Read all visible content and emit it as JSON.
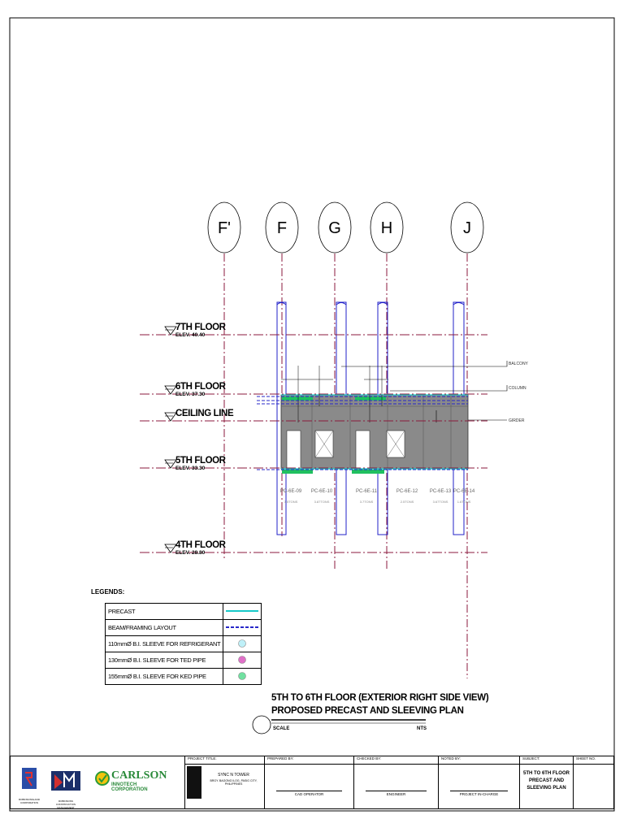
{
  "grid_lines": [
    {
      "label": "F'"
    },
    {
      "label": "F"
    },
    {
      "label": "G"
    },
    {
      "label": "H"
    },
    {
      "label": "J"
    }
  ],
  "floors": [
    {
      "name": "7TH FLOOR",
      "elev": "ELEV. 40.40"
    },
    {
      "name": "6TH FLOOR",
      "elev": "ELEV. 37.30"
    },
    {
      "name": "CEILING LINE",
      "elev": ""
    },
    {
      "name": "5TH FLOOR",
      "elev": "ELEV. 33.30"
    },
    {
      "name": "4TH FLOOR",
      "elev": "ELEV. 28.80"
    }
  ],
  "callouts": [
    "BALCONY",
    "COLUMN",
    "GIRDER"
  ],
  "panels": [
    {
      "id": "PC-6E-09",
      "weight": "3.5TONS"
    },
    {
      "id": "PC-6E-10",
      "weight": "3.87TONS"
    },
    {
      "id": "PC-6E-11",
      "weight": "3.7TONS"
    },
    {
      "id": "PC-6E-12",
      "weight": "2.5TONS"
    },
    {
      "id": "PC-6E-13",
      "weight": "3.67TONS"
    },
    {
      "id": "PC-6E-14",
      "weight": "1.6TONS"
    }
  ],
  "legends": {
    "label": "LEGENDS:",
    "items": [
      {
        "text": "PRECAST",
        "symbol": "line",
        "color": "#17c9c9"
      },
      {
        "text": "BEAM/FRAMING LAYOUT",
        "symbol": "dashed",
        "color": "#2727c8"
      },
      {
        "text": "110mmØ B.I. SLEEVE FOR REFRIGERANT",
        "symbol": "circle",
        "color": "#bff0f8"
      },
      {
        "text": "130mmØ B.I. SLEEVE FOR TED PIPE",
        "symbol": "circle",
        "color": "#e070c8"
      },
      {
        "text": "155mmØ B.I. SLEEVE FOR KED PIPE",
        "symbol": "circle",
        "color": "#70e0a0"
      }
    ]
  },
  "title": {
    "line1": "5TH TO 6TH FLOOR (EXTERIOR RIGHT SIDE VIEW)",
    "line2": "PROPOSED PRECAST AND SLEEVING PLAN",
    "scale_label": "SCALE",
    "scale_value": "NTS"
  },
  "title_block": {
    "project_title_head": "PROJECT TITLE:",
    "project_name": "SYNC N TOWER",
    "project_address": "BRGY. BAGONG ILOG, PASIG CITY, PHILIPPINES",
    "prepared_by_head": "PREPARED BY:",
    "prepared_role": "CAD OPERATOR",
    "checked_by_head": "CHECKED BY:",
    "checked_role": "ENGINEER",
    "noted_by_head": "NOTED BY:",
    "noted_role": "PROJECT IN-CHARGE",
    "subject_head": "SUBJECT:",
    "subject": "5TH TO 6TH FLOOR PRECAST AND SLEEVING PLAN",
    "sheet_head": "SHEET NO.",
    "logo1_text": "ROBINSONSLAND CORPORATION",
    "logo2_text": "ROBINSONS CONSTRUCTION MANAGEMENT",
    "logo3_title": "CARLSON",
    "logo3_sub": "INNOTECH CORPORATION"
  },
  "colors": {
    "grid": "#8b1a3c",
    "column": "#2020c8",
    "panel": "#8a8a8a",
    "precast": "#17c9c9",
    "sleeve_green": "#20c060"
  }
}
